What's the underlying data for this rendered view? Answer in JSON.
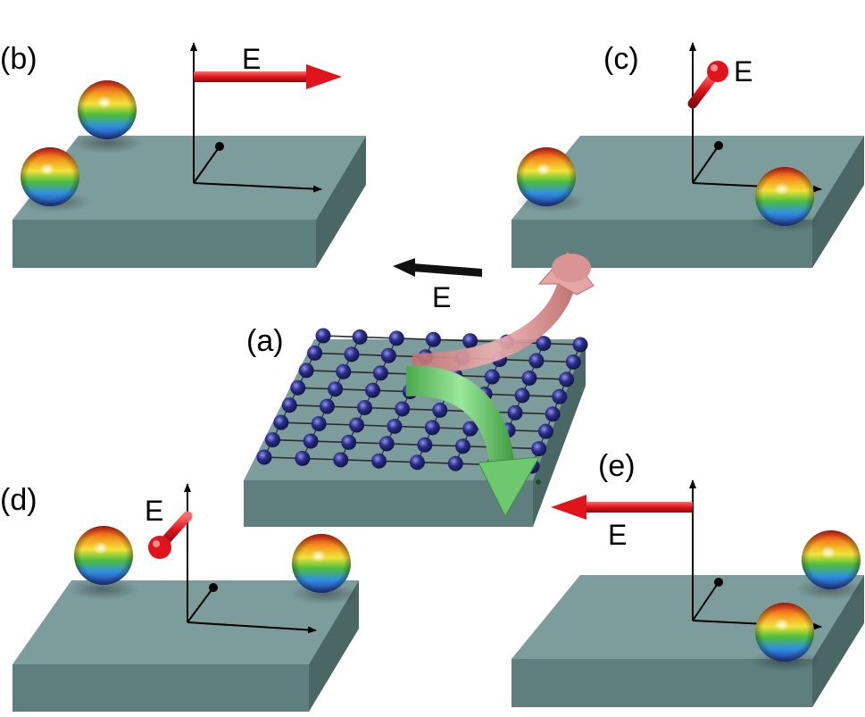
{
  "panels": {
    "a": {
      "label": "(a)",
      "field_label": "E"
    },
    "b": {
      "label": "(b)",
      "field_label": "E"
    },
    "c": {
      "label": "(c)",
      "field_label": "E"
    },
    "d": {
      "label": "(d)",
      "field_label": "E"
    },
    "e": {
      "label": "(e)",
      "field_label": "E"
    }
  },
  "colors": {
    "slab_top": "#7d9d9c",
    "slab_front": "#5e7f7e",
    "slab_side": "#4a6665",
    "atom": "#2a2d8a",
    "field_arrow_red": "#e0141a",
    "field_arrow_black": "#111111",
    "curved_arrow_pink": "#d98a8a",
    "curved_arrow_green": "#6ec86e"
  },
  "icons": {
    "sphere": "rainbow-sphere-icon",
    "field_arrow": "arrow-icon",
    "axes": "3d-axes-icon"
  }
}
